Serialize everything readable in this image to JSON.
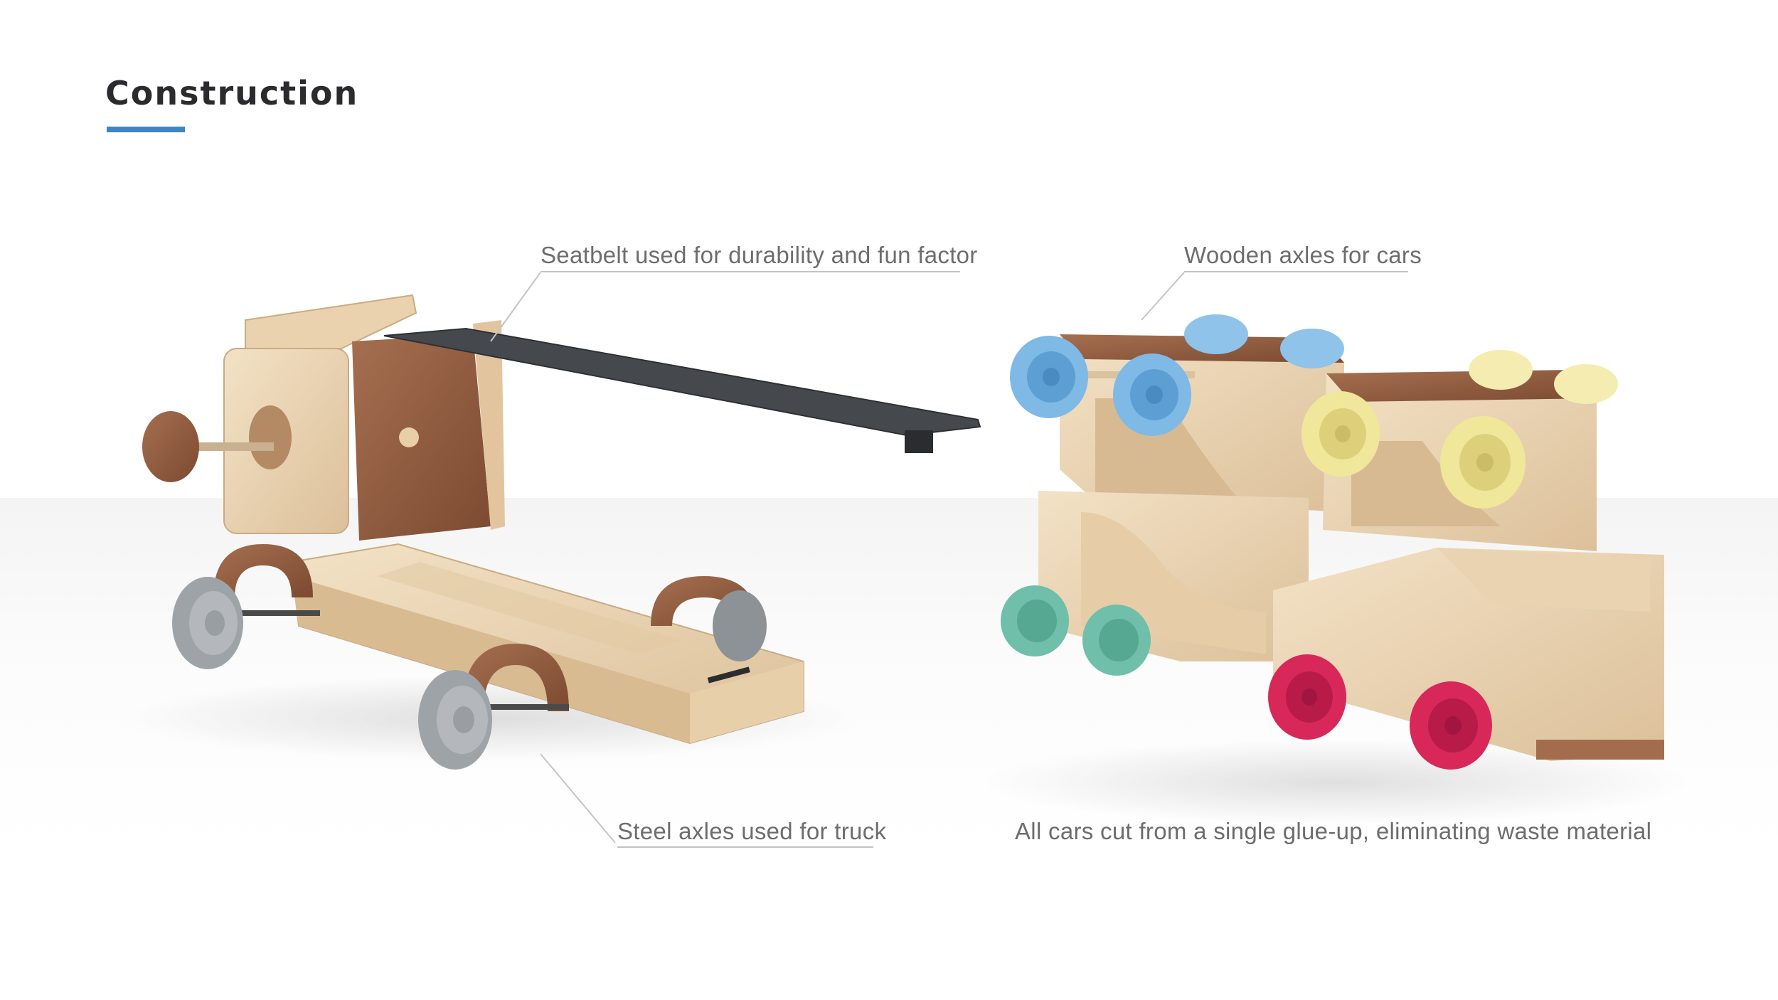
{
  "page": {
    "title": "Construction",
    "accent_color": "#3d86c6"
  },
  "callouts": {
    "seatbelt": "Seatbelt used for durability and fun factor",
    "wooden_axles": "Wooden axles for cars",
    "steel_axles": "Steel  axles used for truck",
    "glue_up": "All cars cut from a single glue-up, eliminating waste material"
  },
  "colors": {
    "light_wood": "#ecd7b8",
    "dark_wood": "#8f5a3e",
    "seatbelt": "#3e4247",
    "truck_wheel": "#9ea3a8",
    "blue_wheel": "#7fb9e6",
    "yellow_wheel": "#f1e79a",
    "teal_wheel": "#6fbfaa",
    "red_wheel": "#d8285a"
  }
}
